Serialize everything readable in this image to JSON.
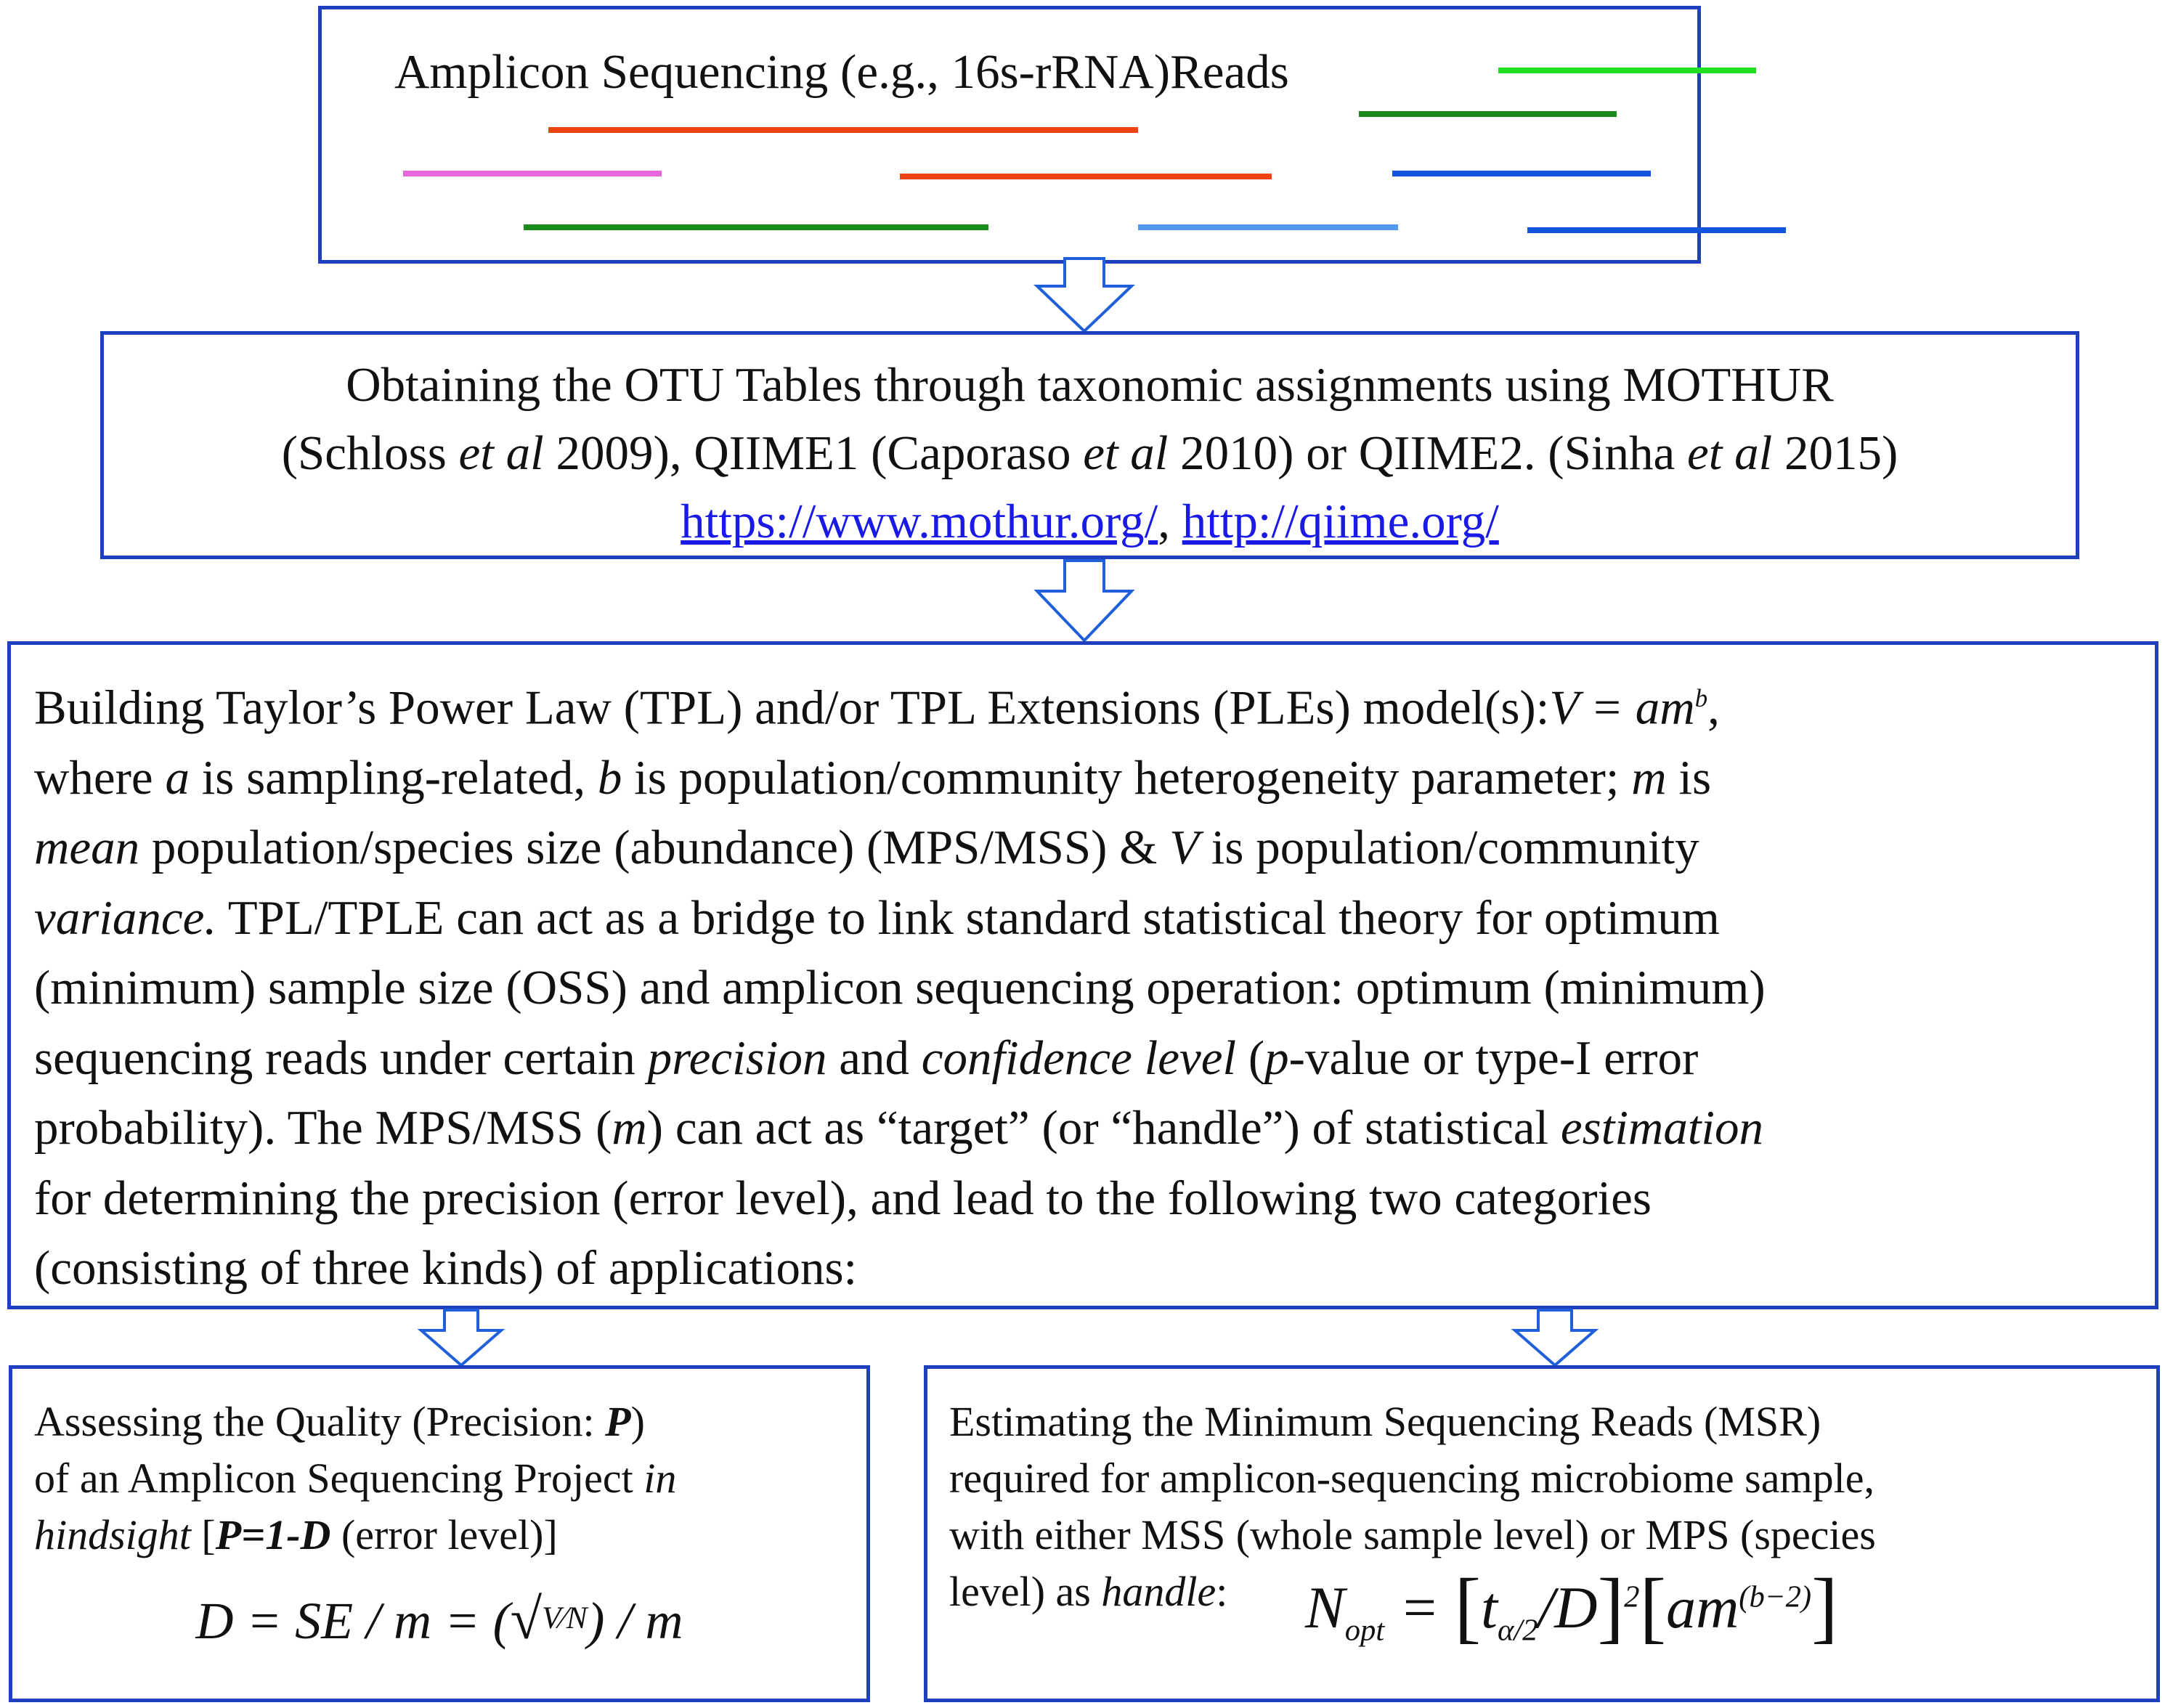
{
  "reads_box": {
    "title": "Amplicon Sequencing (e.g., 16s-rRNA)Reads",
    "read_colors": [
      "#22dd22",
      "#1a8a1a",
      "#ee4411",
      "#e666dd",
      "#ee4411",
      "#1155dd",
      "#1a8a1a",
      "#5599ee",
      "#1155dd"
    ]
  },
  "otu_box": {
    "line1": "Obtaining the OTU Tables through taxonomic assignments using MOTHUR",
    "line2_a": "(Schloss ",
    "line2_b": "et al",
    "line2_c": " 2009), QIIME1 (Caporaso ",
    "line2_d": "et al",
    "line2_e": " 2010) or QIIME2. (Sinha ",
    "line2_f": "et al",
    "line2_g": " 2015)",
    "link1": "https://www.mothur.org/",
    "link_sep": ", ",
    "link2": "http://qiime.org/"
  },
  "tpl_box": {
    "l1_text": "Building Taylor’s Power Law (TPL) and/or TPL Extensions (PLEs) model(s):",
    "l1_eq": "V = am",
    "l1_eq_sup": "b",
    "l1_end": ",",
    "l2_a": "where ",
    "l2_b": "a",
    "l2_c": " is sampling-related, ",
    "l2_d": "b",
    "l2_e": " is population/community heterogeneity parameter; ",
    "l2_f": "m",
    "l2_g": " is",
    "l3_a": "mean",
    "l3_b": " population/species size (abundance) (MPS/MSS) & ",
    "l3_c": "V",
    "l3_d": " is population/community",
    "l4_a": "variance.",
    "l4_b": " TPL/TPLE can act as a bridge to link standard statistical theory for optimum",
    "l5": "(minimum) sample size (OSS) and amplicon sequencing operation: optimum (minimum)",
    "l6_a": "sequencing reads under certain ",
    "l6_b": "precision",
    "l6_c": " and ",
    "l6_d": "confidence level",
    "l6_e": " (",
    "l6_f": "p",
    "l6_g": "-value or type-I error",
    "l7_a": "probability). The MPS/MSS (",
    "l7_b": "m",
    "l7_c": ") can act as “target” (or “handle”) of statistical ",
    "l7_d": "estimation",
    "l8": "for determining the precision (error level), and lead to the following two categories",
    "l9": "(consisting of three kinds) of applications:"
  },
  "quality_box": {
    "l1_a": "Assessing the Quality (Precision: ",
    "l1_b": "P",
    "l1_c": ")",
    "l2_a": "of an Amplicon Sequencing Project ",
    "l2_b": "in",
    "l3_a": "hindsight",
    "l3_b": " [",
    "l3_c": "P=1-D",
    "l3_d": " (error level)]",
    "f_a": "D = SE / m = (",
    "f_sqrt": "√",
    "f_num": "V",
    "f_slash": "⁄",
    "f_den": "N",
    "f_b": ") / m"
  },
  "msr_box": {
    "l1": "Estimating the Minimum Sequencing Reads (MSR)",
    "l2": "required for amplicon-sequencing microbiome sample,",
    "l3": "with either MSS (whole sample level) or MPS (species",
    "l4_a": "level) as ",
    "l4_b": "handle",
    "l4_c": ":",
    "f_n": "N",
    "f_n_sub": "opt",
    "f_eq": " = ",
    "f_lb": "[",
    "f_t": "t",
    "f_t_sub": "α/2",
    "f_div": "/D",
    "f_rb": "]",
    "f_sq": "2",
    "f_lb2": "[",
    "f_am": "am",
    "f_am_sup": "(b−2)",
    "f_rb2": "]"
  },
  "arrows": {
    "color": "#1f5fd9"
  }
}
